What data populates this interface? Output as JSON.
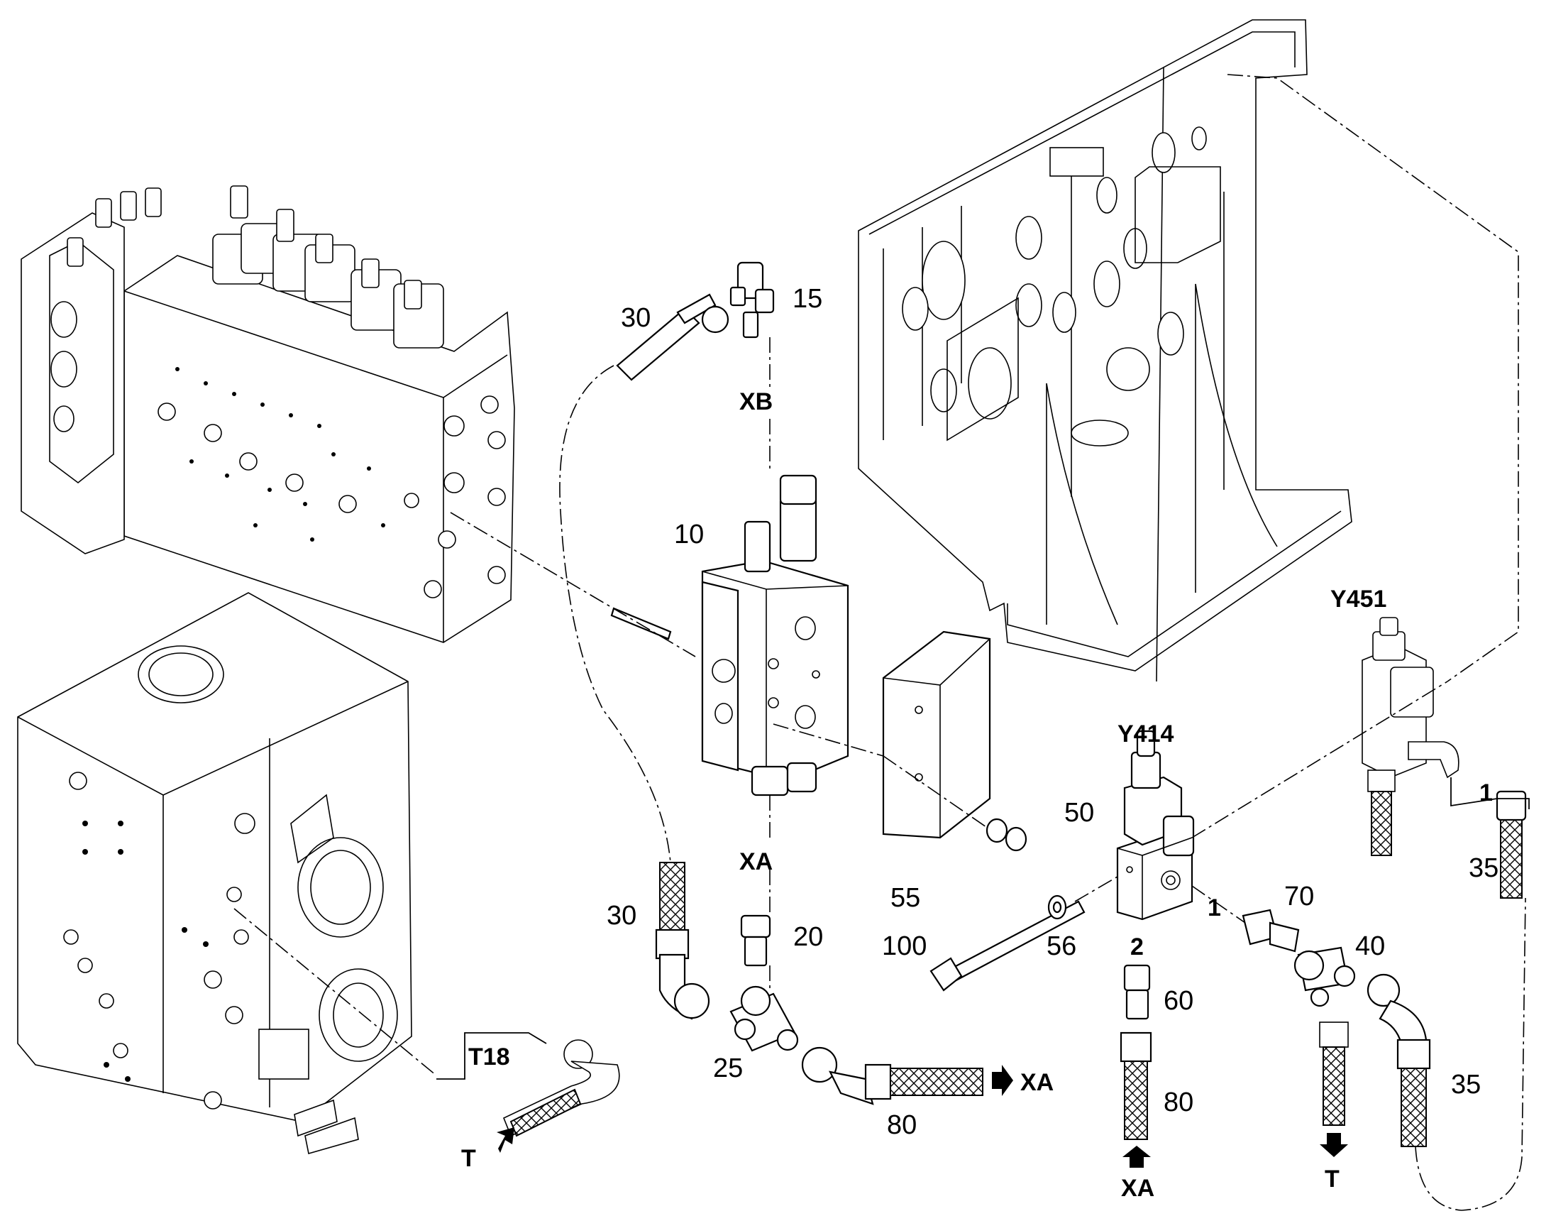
{
  "labels": {
    "p30_top": "30",
    "p15": "15",
    "xb": "XB",
    "p10": "10",
    "xa_mid": "XA",
    "p30_left": "30",
    "p20": "20",
    "p25": "25",
    "p80_left": "80",
    "xa_right_arrow": "XA",
    "t18": "T18",
    "t_left": "T",
    "p55": "55",
    "p100": "100",
    "p56": "56",
    "y414": "Y414",
    "p50": "50",
    "port2": "2",
    "p60": "60",
    "p80_right": "80",
    "xa_bottom": "XA",
    "port1": "1",
    "p70": "70",
    "p40": "40",
    "t_bottom": "T",
    "p35_bottom": "35",
    "y451": "Y451",
    "p1_right": "1",
    "p35_right": "35"
  },
  "colors": {
    "line": "#000000",
    "background": "#ffffff"
  },
  "icons": [
    "arrow-right-icon",
    "arrow-up-icon",
    "arrow-down-icon",
    "arrow-diagonal-icon"
  ]
}
